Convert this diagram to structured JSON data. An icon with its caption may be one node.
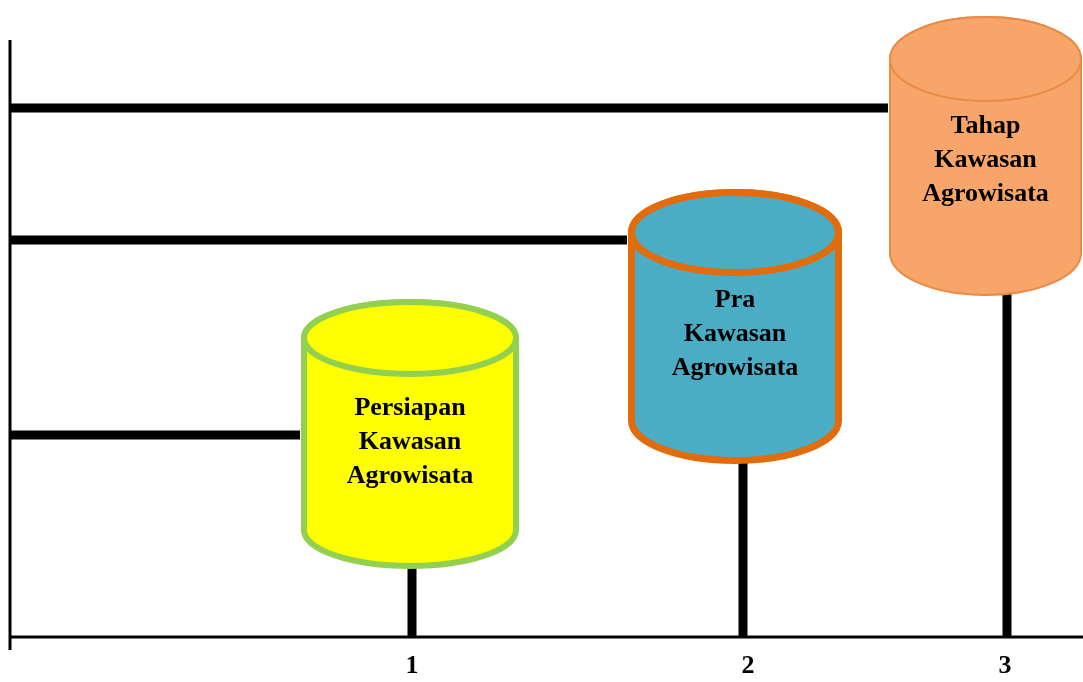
{
  "diagram": {
    "nodes": [
      {
        "text": [
          "Persiapan Kawasan Agrowisata"
        ]
      },
      {
        "text": [
          "Pra Kawasan Agrowisata"
        ]
      },
      {
        "text": [
          "Tahap Kawasan Agrowisata"
        ]
      }
    ],
    "labels": [
      "1",
      "2",
      "3"
    ]
  }
}
